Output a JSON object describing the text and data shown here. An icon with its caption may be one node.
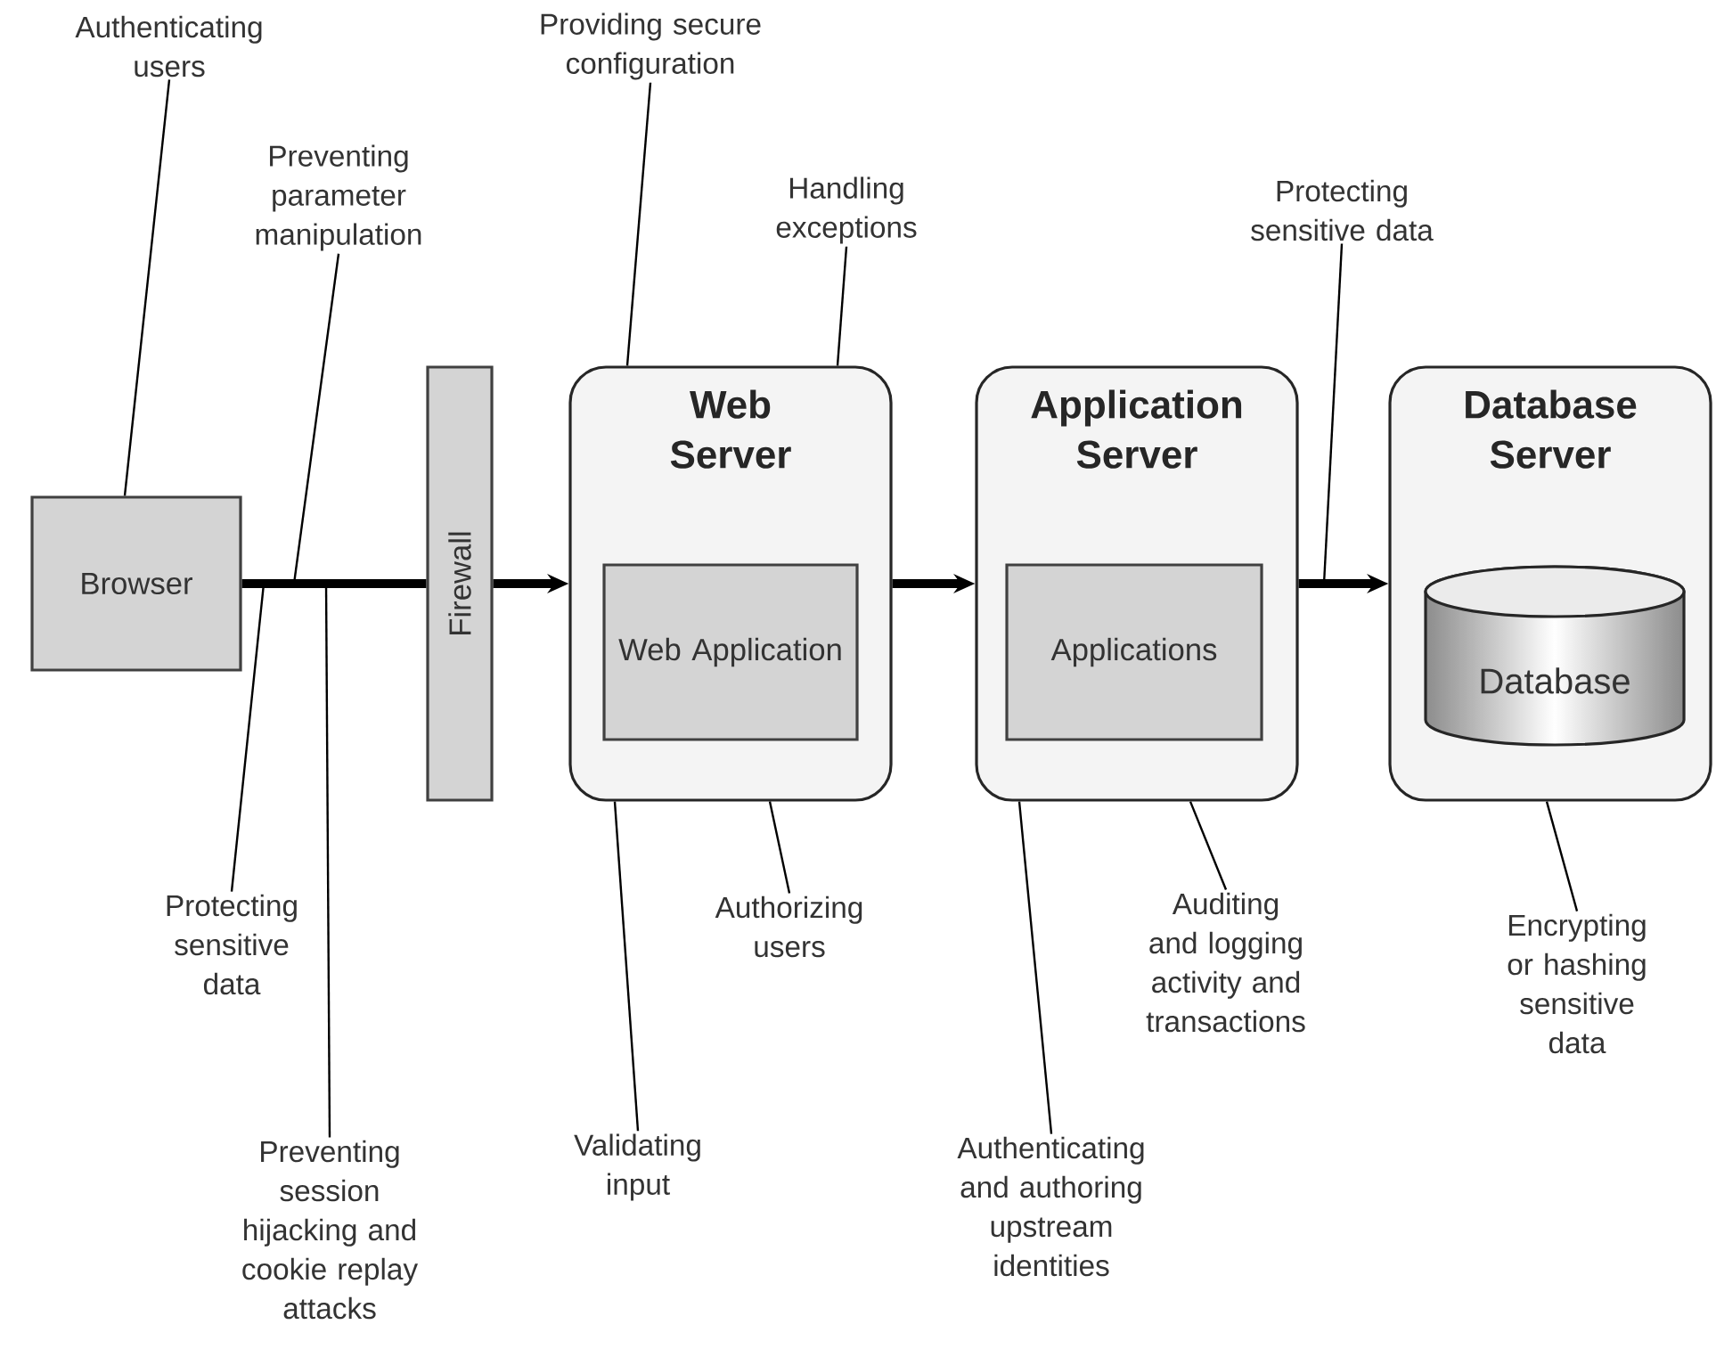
{
  "diagram": {
    "nodes": [
      {
        "text": [
          "Browser"
        ]
      },
      {
        "text": [
          "Firewall"
        ]
      },
      {
        "text": [
          "Web Server"
        ]
      },
      {
        "text": [
          "Web Application"
        ],
        "in": 2
      },
      {
        "text": [
          "Application Server"
        ]
      },
      {
        "text": [
          "Applications"
        ],
        "in": 4
      },
      {
        "text": [
          "Database Server"
        ]
      },
      {
        "text": [
          "Database"
        ],
        "in": 6
      },
      {
        "text": [
          "Authenticating users"
        ]
      },
      {
        "text": [
          "Preventing parameter manipulation"
        ]
      },
      {
        "text": [
          "Providing secure configuration"
        ]
      },
      {
        "text": [
          "Handling exceptions"
        ]
      },
      {
        "text": [
          "Protecting sensitive data"
        ]
      },
      {
        "text": [
          "Protecting sensitive data"
        ]
      },
      {
        "text": [
          "Preventing session hijacking and cookie replay attacks"
        ]
      },
      {
        "text": [
          "Validating input"
        ]
      },
      {
        "text": [
          "Authorizing users"
        ]
      },
      {
        "text": [
          "Authenticating and authoring upstream identities"
        ]
      },
      {
        "text": [
          "Auditing and logging activity and transactions"
        ]
      },
      {
        "text": [
          "Encrypting or hashing sensitive data"
        ]
      }
    ],
    "edges": [
      {
        "from": 0,
        "to": 1,
        "arrow": "none",
        "style": "thick"
      },
      {
        "from": 1,
        "to": 2,
        "arrow": "to",
        "style": "thick"
      },
      {
        "from": 2,
        "to": 4,
        "arrow": "to",
        "style": "thick"
      },
      {
        "from": 4,
        "to": 6,
        "arrow": "to",
        "style": "thick"
      },
      {
        "from": 8,
        "to": 0,
        "arrow": "none"
      },
      {
        "from": 9,
        "to": null,
        "arrow": "none"
      },
      {
        "from": 10,
        "to": 2,
        "arrow": "none"
      },
      {
        "from": 11,
        "to": 2,
        "arrow": "none"
      },
      {
        "from": 12,
        "to": null,
        "arrow": "none"
      },
      {
        "from": 13,
        "to": null,
        "arrow": "none"
      },
      {
        "from": 14,
        "to": null,
        "arrow": "none"
      },
      {
        "from": 15,
        "to": 2,
        "arrow": "none"
      },
      {
        "from": 16,
        "to": 2,
        "arrow": "none"
      },
      {
        "from": 17,
        "to": 4,
        "arrow": "none"
      },
      {
        "from": 18,
        "to": 4,
        "arrow": "none"
      },
      {
        "from": 19,
        "to": 6,
        "arrow": "none"
      }
    ]
  }
}
